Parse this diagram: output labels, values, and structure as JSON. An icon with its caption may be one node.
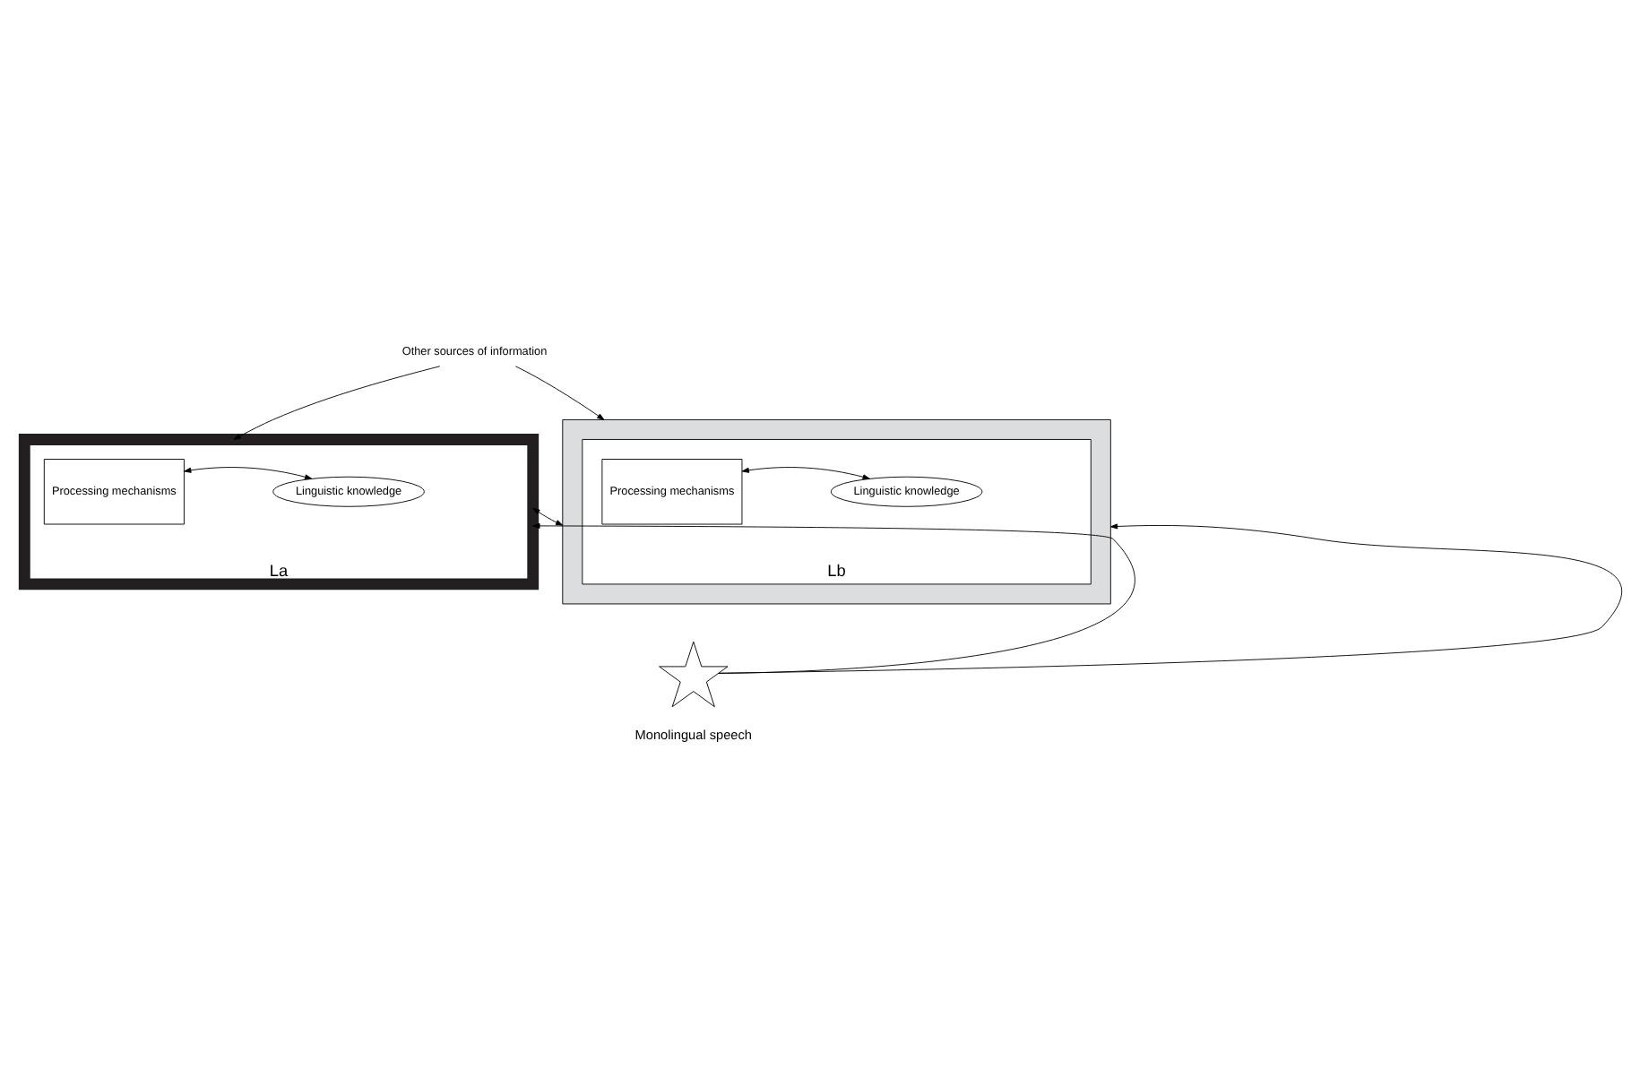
{
  "diagram": {
    "nodes": [
      {
        "text": [
          "Other sources of information"
        ]
      },
      {
        "text": [
          "La"
        ]
      },
      {
        "text": [
          "Processing mechanisms"
        ],
        "in": 1
      },
      {
        "text": [
          "Linguistic knowledge"
        ],
        "in": 1
      },
      {
        "text": [],
        "shape": "box"
      },
      {
        "text": [
          "Lb"
        ],
        "in": 4
      },
      {
        "text": [
          "Processing mechanisms"
        ],
        "in": 5
      },
      {
        "text": [
          "Linguistic knowledge"
        ],
        "in": 5
      },
      {
        "text": [],
        "shape": "picture",
        "beside": [
          "Monolingual speech"
        ]
      }
    ],
    "edges": [
      {
        "from": 0,
        "to": 1,
        "arrow": "to"
      },
      {
        "from": 0,
        "to": 4,
        "arrow": "to"
      },
      {
        "from": 2,
        "to": 3,
        "arrow": "both"
      },
      {
        "from": 1,
        "to": 4,
        "arrow": "both"
      },
      {
        "from": 6,
        "to": 7,
        "arrow": "both"
      },
      {
        "from": 8,
        "to": 1,
        "arrow": "to"
      },
      {
        "from": 8,
        "to": 4,
        "arrow": "to"
      }
    ]
  }
}
